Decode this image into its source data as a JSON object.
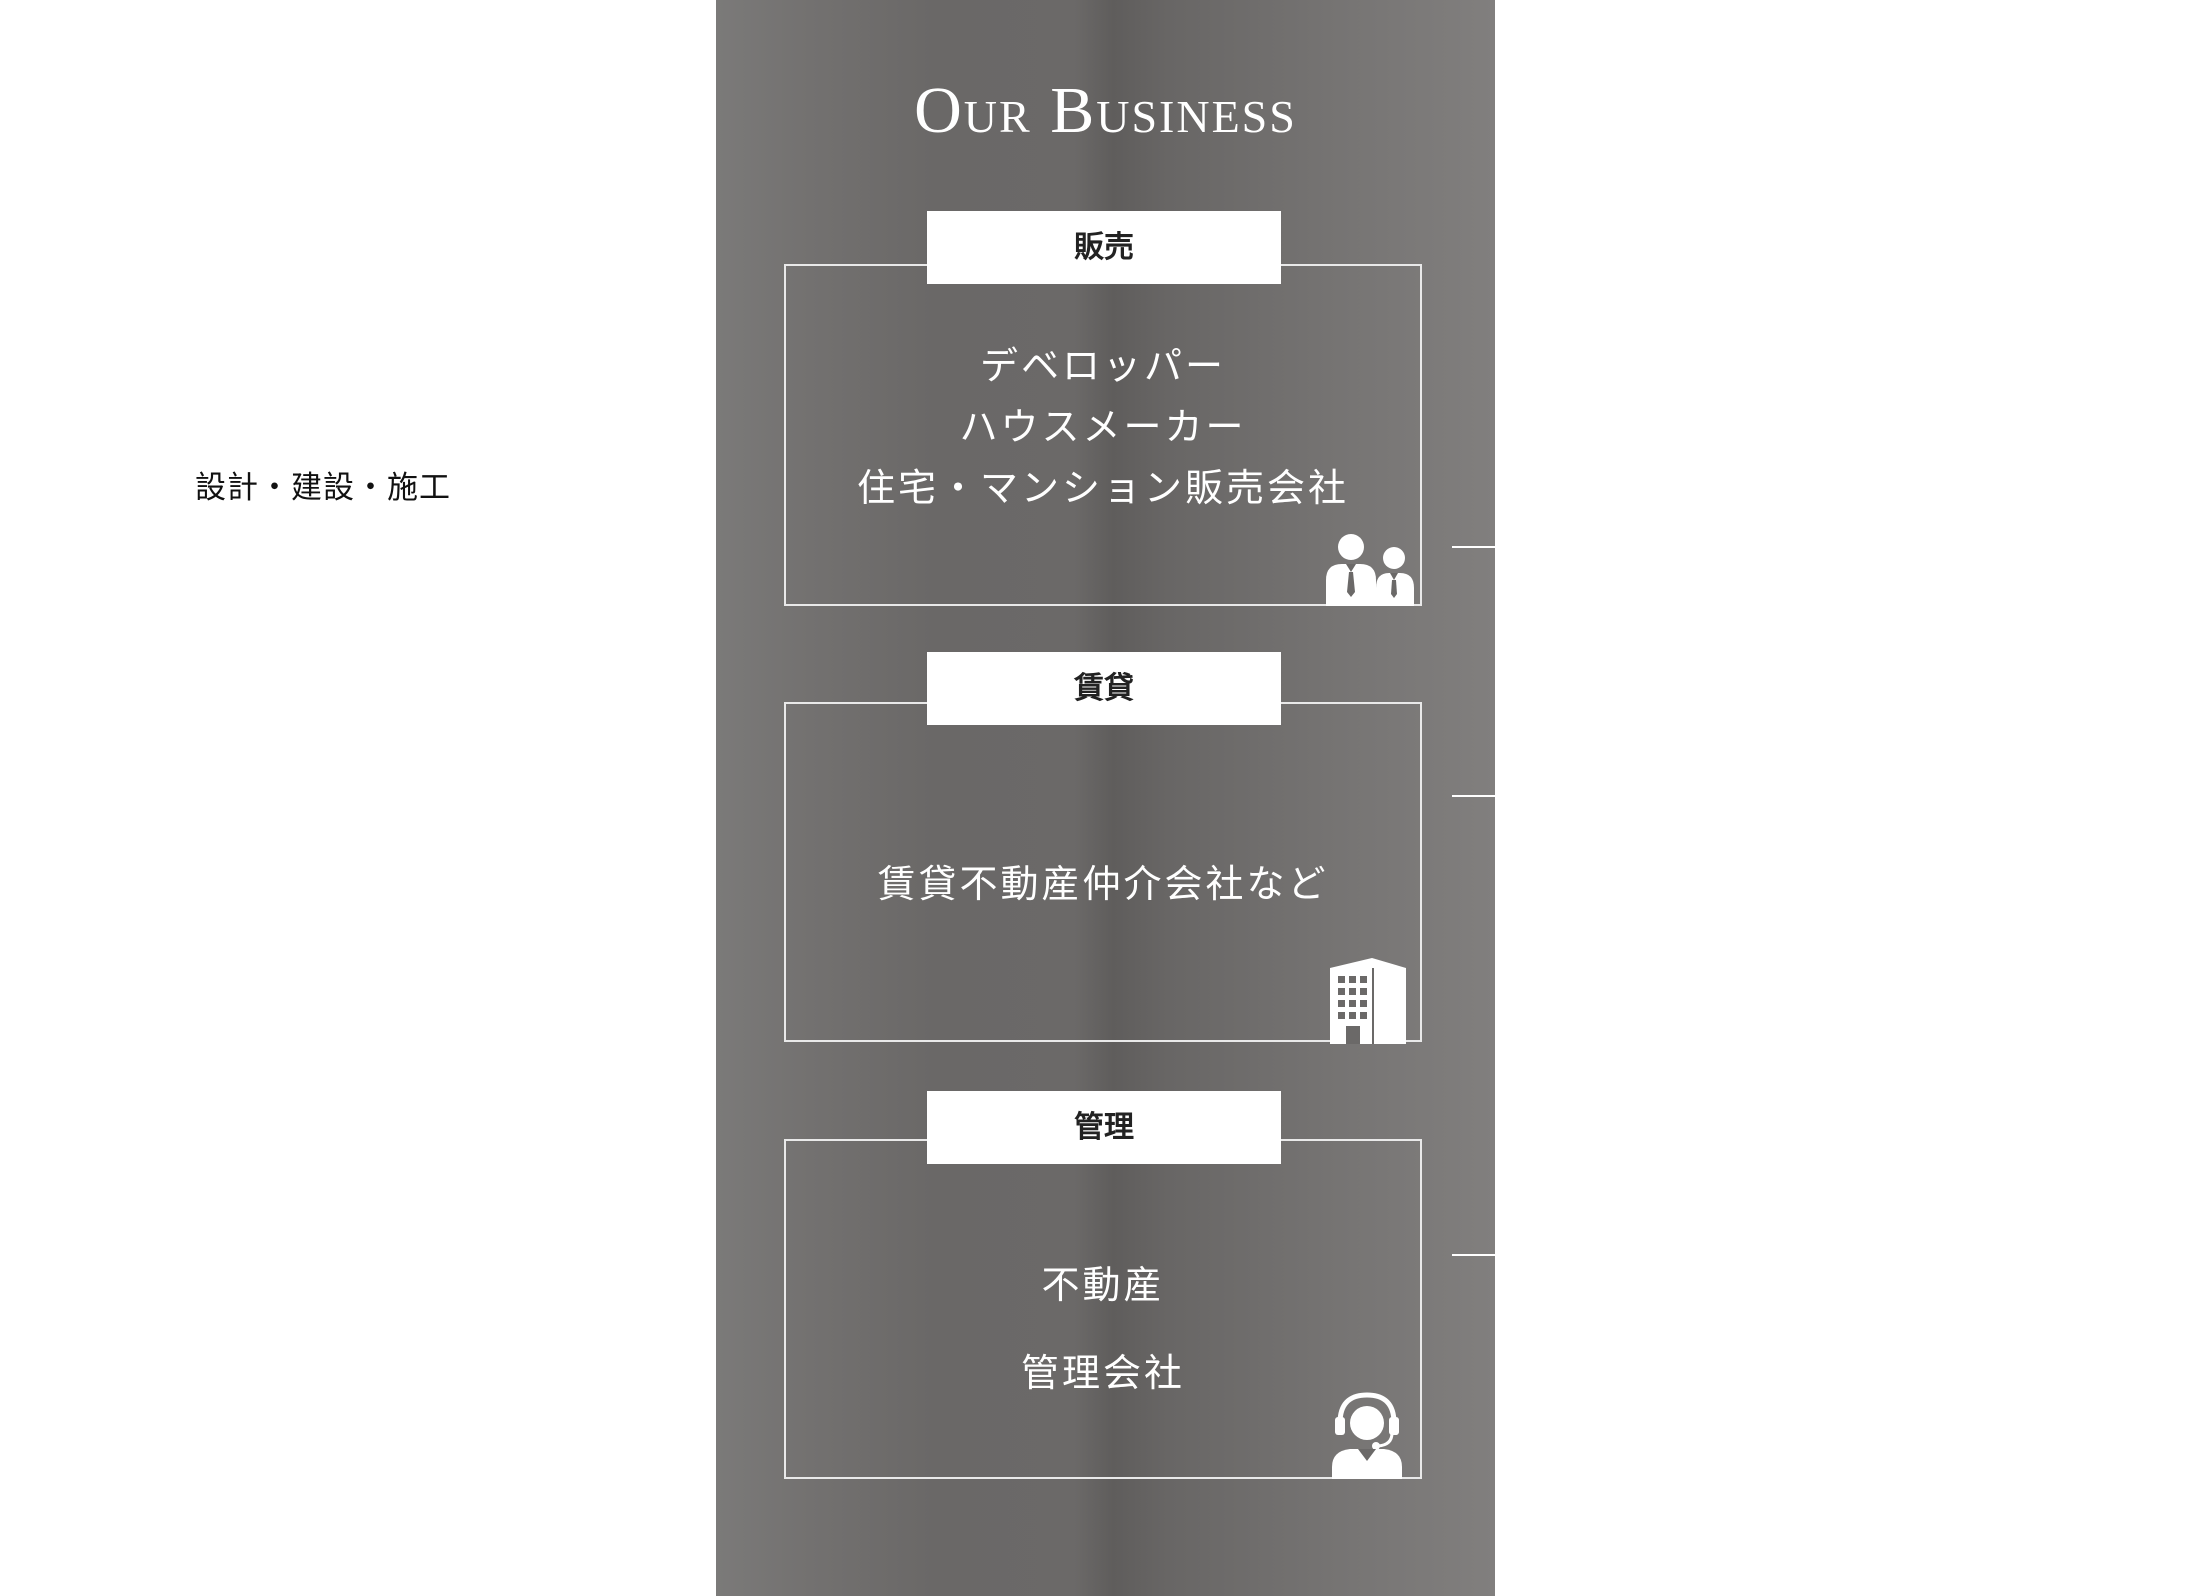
{
  "left_label": "設計・建設・施工",
  "panel": {
    "title": "Our Business"
  },
  "cards": [
    {
      "tab": "販売",
      "lines": [
        "デベロッパー",
        "ハウスメーカー",
        "住宅・マンション販売会社"
      ],
      "icon": "business-people-icon"
    },
    {
      "tab": "賃貸",
      "lines": [
        "賃貸不動産仲介会社など"
      ],
      "icon": "building-icon"
    },
    {
      "tab": "管理",
      "lines": [
        "不動産",
        "管理会社"
      ],
      "icon": "headset-operator-icon"
    }
  ]
}
